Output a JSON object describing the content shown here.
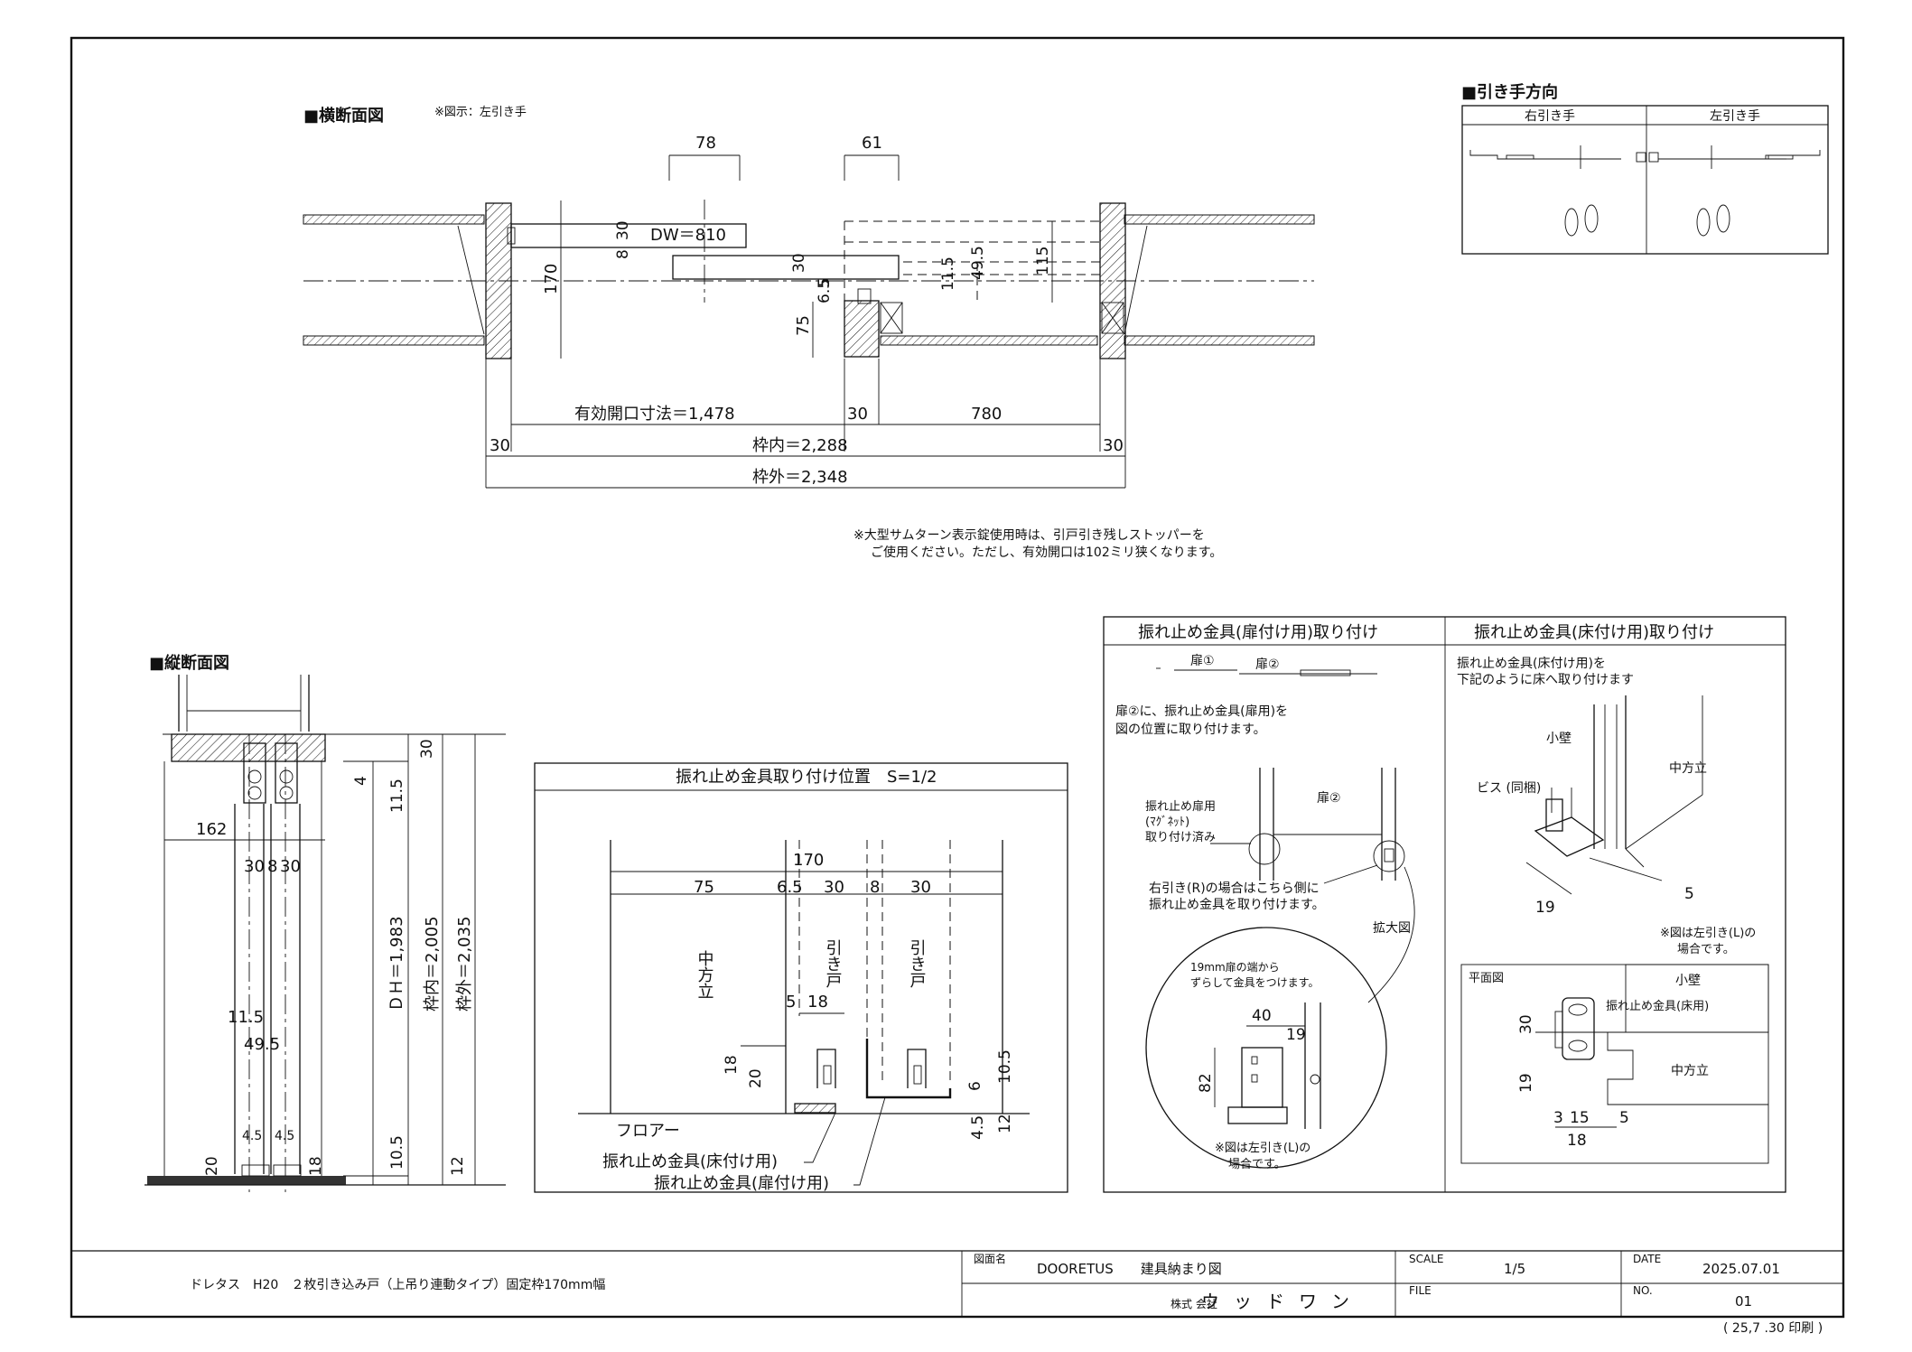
{
  "plan_section": {
    "title": "■横断面図",
    "note": "※図示：左引き手",
    "dims": {
      "d78": "78",
      "d61": "61",
      "dw": "DW＝810",
      "d8": "8",
      "d30a": "30",
      "d30b": "30",
      "d5": "5",
      "d65": "6.5",
      "d170": "170",
      "d75": "75",
      "d115": "11.5",
      "d495": "49.5",
      "d115b": "115",
      "eff": "有効開口寸法＝1,478",
      "d30c": "30",
      "d780": "780",
      "d30l": "30",
      "inner": "枠内＝2,288",
      "d30r": "30",
      "outer": "枠外＝2,348"
    },
    "note2_line1": "※大型サムターン表示錠使用時は、引戸引き残しストッパーを",
    "note2_line2": "ご使用ください。ただし、有効開口は102ミリ狭くなります。"
  },
  "handle_direction": {
    "title": "■引き手方向",
    "right": "右引き手",
    "left": "左引き手"
  },
  "vertical_section": {
    "title": "■縦断面図",
    "dims": {
      "d30": "30",
      "d4": "4",
      "d115": "11.5",
      "d162": "162",
      "d30a": "30",
      "d8": "8",
      "d30b": "30",
      "dh": "ＤＨ＝1,983",
      "inner": "枠内＝2,005",
      "outer": "枠外＝2,035",
      "d115b": "11.5",
      "d495": "49.5",
      "d45a": "4.5",
      "d45b": "4.5",
      "d105": "10.5",
      "d20": "20",
      "d18": "18",
      "d12": "12"
    }
  },
  "stopper_position": {
    "title": "振れ止め金具取り付け位置　S=1/2",
    "dims": {
      "d170": "170",
      "d75": "75",
      "d65": "6.5",
      "d30a": "30",
      "d8": "8",
      "d30b": "30",
      "d5": "5",
      "d18": "18",
      "d18b": "18",
      "d20": "20",
      "d6": "6",
      "d105": "10.5",
      "d45": "4.5",
      "d12": "12"
    },
    "mullion": "中方立",
    "door1": "引き戸",
    "door2": "引き戸",
    "floor": "フロアー",
    "floor_bracket": "振れ止め金具(床付け用)",
    "door_bracket": "振れ止め金具(扉付け用)"
  },
  "door_mount": {
    "title": "振れ止め金具(扉付け用)取り付け",
    "door1": "扉①",
    "door2": "扉②",
    "desc1": "扉②に、振れ止め金具(扉用)を",
    "desc2": "図の位置に取り付けます。",
    "door2_label": "扉②",
    "callout1": "振れ止め扉用",
    "callout2": "(ﾏｸﾞﾈｯﾄ)",
    "callout3": "取り付け済み",
    "right_note1": "右引き(R)の場合はこちら側に",
    "right_note2": "振れ止め金具を取り付けます。",
    "enlarge": "拡大図",
    "zoom_note1": "19mm扉の端から",
    "zoom_note2": "ずらして金具をつけます。",
    "d40": "40",
    "d19": "19",
    "d82": "82",
    "zoom_foot1": "※図は左引き(L)の",
    "zoom_foot2": "場合です。"
  },
  "floor_mount": {
    "title": "振れ止め金具(床付け用)取り付け",
    "desc1": "振れ止め金具(床付け用)を",
    "desc2": "下記のように床へ取り付けます",
    "small_wall": "小壁",
    "mullion": "中方立",
    "screw": "ビス (同梱)",
    "d19": "19",
    "d5": "5",
    "note1": "※図は左引き(L)の",
    "note2": "場合です。",
    "plan": "平面図",
    "small_wall2": "小壁",
    "bracket_label": "振れ止め金具(床用)",
    "mullion2": "中方立",
    "d30": "30",
    "d19b": "19",
    "d3": "3",
    "d15": "15",
    "d5b": "5",
    "d18": "18"
  },
  "title_block": {
    "product": "ドレタス　H20　２枚引き込み戸（上吊り連動タイプ）固定枠170mm幅",
    "drawing_name_label": "図面名",
    "drawing_name": "DOORETUS　　建具納まり図",
    "company_prefix": "株式\n会社",
    "company": "ウッドワン",
    "scale_label": "SCALE",
    "scale": "1/5",
    "file_label": "FILE",
    "date_label": "DATE",
    "date": "2025.07.01",
    "no_label": "NO.",
    "no": "01",
    "printed": "( 25,7 .30 印刷 )"
  }
}
